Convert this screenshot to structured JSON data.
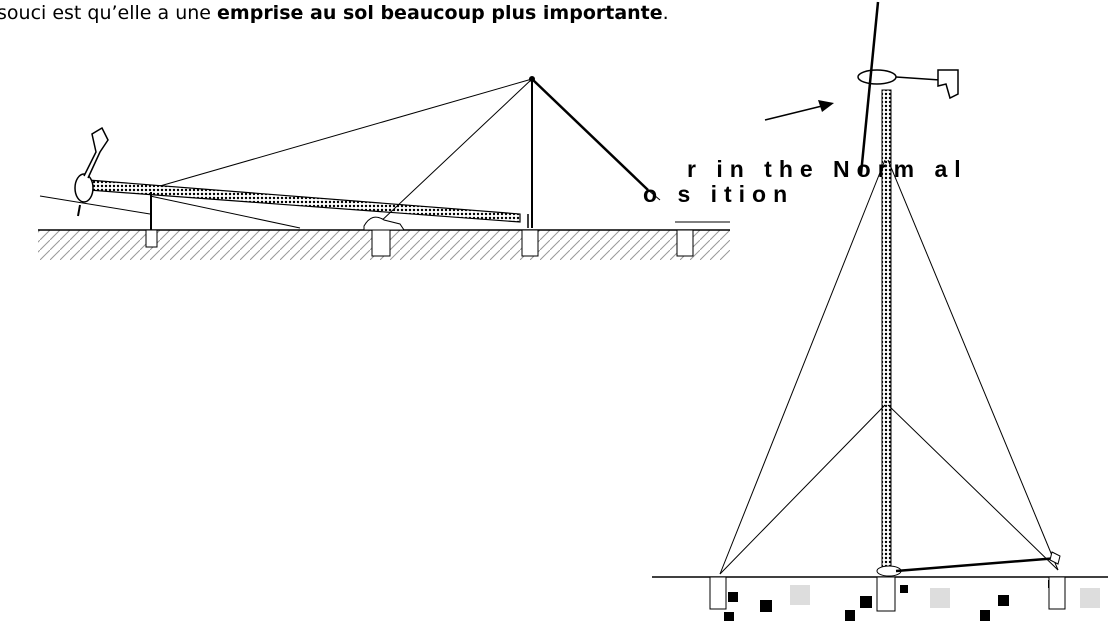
{
  "text": {
    "intro": "souci est qu’elle a une ",
    "emphasis": "emprise au sol beaucoup plus importante",
    "end": "."
  },
  "figure": {
    "caption_line1": "r in the Norm al",
    "caption_line2": "o s ition"
  },
  "colors": {
    "ink": "#000000",
    "background": "#ffffff"
  }
}
